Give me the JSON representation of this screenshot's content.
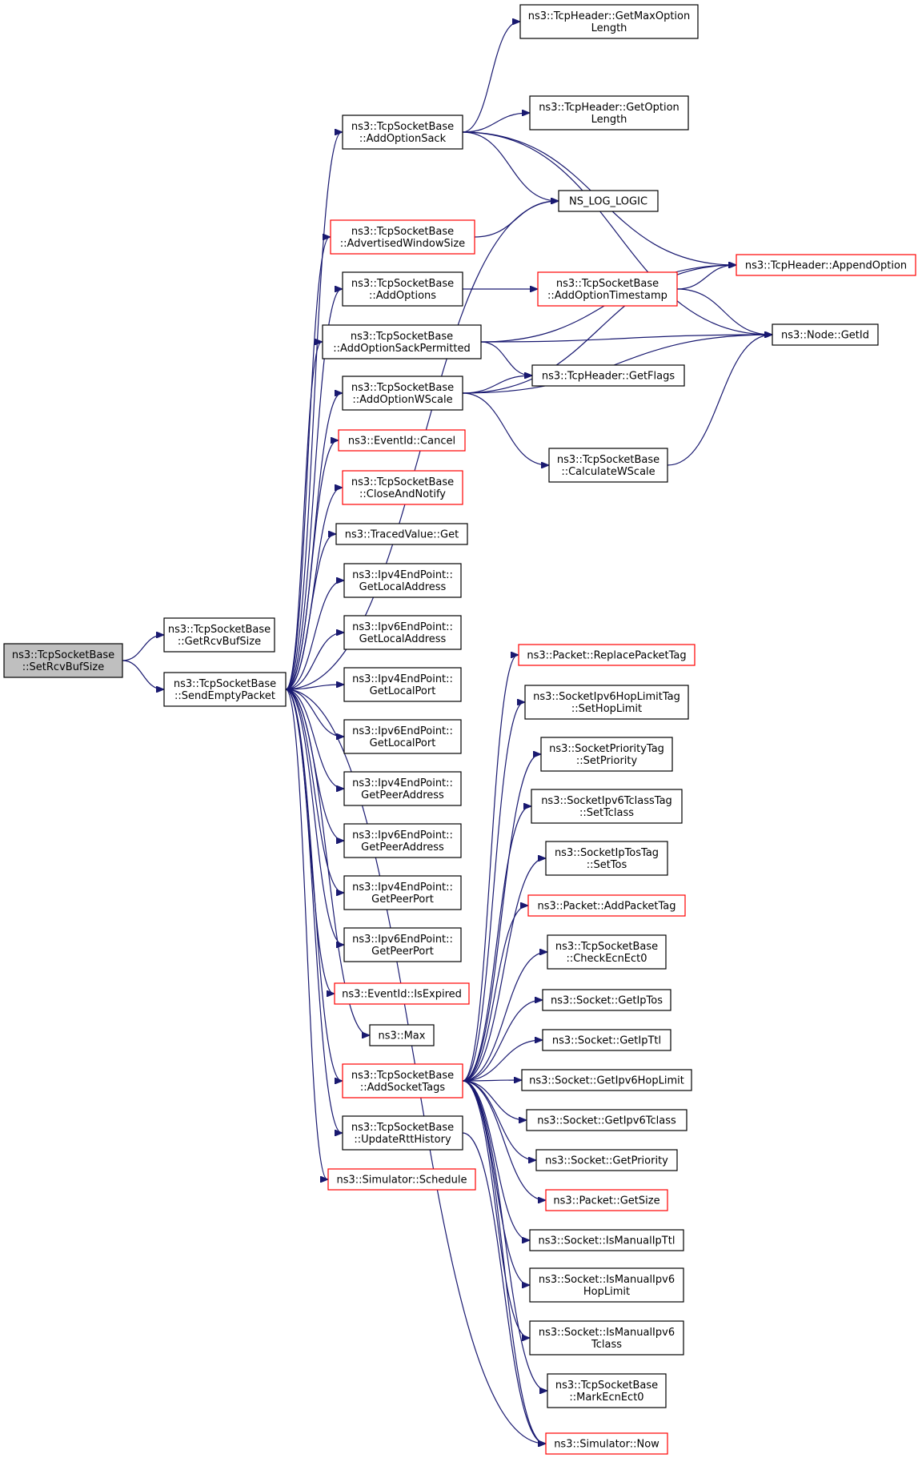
{
  "diagram": {
    "title": "",
    "colors": {
      "edge": "#191970",
      "normal_border": "#000000",
      "truncated_border": "#ff0000",
      "root_fill": "#bfbfbf"
    },
    "nodes": [
      {
        "id": "root",
        "label": [
          "ns3::TcpSocketBase",
          "::SetRcvBufSize"
        ],
        "style": "root"
      },
      {
        "id": "getrcvbuf",
        "label": [
          "ns3::TcpSocketBase",
          "::GetRcvBufSize"
        ],
        "style": "normal"
      },
      {
        "id": "sendempty",
        "label": [
          "ns3::TcpSocketBase",
          "::SendEmptyPacket"
        ],
        "style": "normal"
      },
      {
        "id": "addoptsack",
        "label": [
          "ns3::TcpSocketBase",
          "::AddOptionSack"
        ],
        "style": "normal"
      },
      {
        "id": "advwin",
        "label": [
          "ns3::TcpSocketBase",
          "::AdvertisedWindowSize"
        ],
        "style": "red"
      },
      {
        "id": "addoptions",
        "label": [
          "ns3::TcpSocketBase",
          "::AddOptions"
        ],
        "style": "normal"
      },
      {
        "id": "addoptsackperm",
        "label": [
          "ns3::TcpSocketBase",
          "::AddOptionSackPermitted"
        ],
        "style": "normal"
      },
      {
        "id": "addoptwscale",
        "label": [
          "ns3::TcpSocketBase",
          "::AddOptionWScale"
        ],
        "style": "normal"
      },
      {
        "id": "cancel",
        "label": [
          "ns3::EventId::Cancel"
        ],
        "style": "red"
      },
      {
        "id": "closenotify",
        "label": [
          "ns3::TcpSocketBase",
          "::CloseAndNotify"
        ],
        "style": "red"
      },
      {
        "id": "tracedget",
        "label": [
          "ns3::TracedValue::Get"
        ],
        "style": "normal"
      },
      {
        "id": "ip4localaddr",
        "label": [
          "ns3::Ipv4EndPoint::",
          "GetLocalAddress"
        ],
        "style": "normal"
      },
      {
        "id": "ip6localaddr",
        "label": [
          "ns3::Ipv6EndPoint::",
          "GetLocalAddress"
        ],
        "style": "normal"
      },
      {
        "id": "ip4localport",
        "label": [
          "ns3::Ipv4EndPoint::",
          "GetLocalPort"
        ],
        "style": "normal"
      },
      {
        "id": "ip6localport",
        "label": [
          "ns3::Ipv6EndPoint::",
          "GetLocalPort"
        ],
        "style": "normal"
      },
      {
        "id": "ip4peeraddr",
        "label": [
          "ns3::Ipv4EndPoint::",
          "GetPeerAddress"
        ],
        "style": "normal"
      },
      {
        "id": "ip6peeraddr",
        "label": [
          "ns3::Ipv6EndPoint::",
          "GetPeerAddress"
        ],
        "style": "normal"
      },
      {
        "id": "ip4peerport",
        "label": [
          "ns3::Ipv4EndPoint::",
          "GetPeerPort"
        ],
        "style": "normal"
      },
      {
        "id": "ip6peerport",
        "label": [
          "ns3::Ipv6EndPoint::",
          "GetPeerPort"
        ],
        "style": "normal"
      },
      {
        "id": "isexpired",
        "label": [
          "ns3::EventId::IsExpired"
        ],
        "style": "red"
      },
      {
        "id": "max",
        "label": [
          "ns3::Max"
        ],
        "style": "normal"
      },
      {
        "id": "addsockettags",
        "label": [
          "ns3::TcpSocketBase",
          "::AddSocketTags"
        ],
        "style": "red"
      },
      {
        "id": "updatertt",
        "label": [
          "ns3::TcpSocketBase",
          "::UpdateRttHistory"
        ],
        "style": "normal"
      },
      {
        "id": "schedule",
        "label": [
          "ns3::Simulator::Schedule"
        ],
        "style": "red"
      },
      {
        "id": "getmaxoptlen",
        "label": [
          "ns3::TcpHeader::GetMaxOption",
          "Length"
        ],
        "style": "normal"
      },
      {
        "id": "getoptlen",
        "label": [
          "ns3::TcpHeader::GetOption",
          "Length"
        ],
        "style": "normal"
      },
      {
        "id": "nslog",
        "label": [
          "NS_LOG_LOGIC"
        ],
        "style": "normal"
      },
      {
        "id": "appendopt",
        "label": [
          "ns3::TcpHeader::AppendOption"
        ],
        "style": "red"
      },
      {
        "id": "addopttimestamp",
        "label": [
          "ns3::TcpSocketBase",
          "::AddOptionTimestamp"
        ],
        "style": "red"
      },
      {
        "id": "nodegetid",
        "label": [
          "ns3::Node::GetId"
        ],
        "style": "normal"
      },
      {
        "id": "getflags",
        "label": [
          "ns3::TcpHeader::GetFlags"
        ],
        "style": "normal"
      },
      {
        "id": "calcwscale",
        "label": [
          "ns3::TcpSocketBase",
          "::CalculateWScale"
        ],
        "style": "normal"
      },
      {
        "id": "replacetag",
        "label": [
          "ns3::Packet::ReplacePacketTag"
        ],
        "style": "red"
      },
      {
        "id": "sethoplimit",
        "label": [
          "ns3::SocketIpv6HopLimitTag",
          "::SetHopLimit"
        ],
        "style": "normal"
      },
      {
        "id": "setpriority",
        "label": [
          "ns3::SocketPriorityTag",
          "::SetPriority"
        ],
        "style": "normal"
      },
      {
        "id": "settclass",
        "label": [
          "ns3::SocketIpv6TclassTag",
          "::SetTclass"
        ],
        "style": "normal"
      },
      {
        "id": "settos",
        "label": [
          "ns3::SocketIpTosTag",
          "::SetTos"
        ],
        "style": "normal"
      },
      {
        "id": "addpackettag",
        "label": [
          "ns3::Packet::AddPacketTag"
        ],
        "style": "red"
      },
      {
        "id": "checkecn",
        "label": [
          "ns3::TcpSocketBase",
          "::CheckEcnEct0"
        ],
        "style": "normal"
      },
      {
        "id": "getiptos",
        "label": [
          "ns3::Socket::GetIpTos"
        ],
        "style": "normal"
      },
      {
        "id": "getipttl",
        "label": [
          "ns3::Socket::GetIpTtl"
        ],
        "style": "normal"
      },
      {
        "id": "getipv6hop",
        "label": [
          "ns3::Socket::GetIpv6HopLimit"
        ],
        "style": "normal"
      },
      {
        "id": "getipv6tclass",
        "label": [
          "ns3::Socket::GetIpv6Tclass"
        ],
        "style": "normal"
      },
      {
        "id": "getpriority",
        "label": [
          "ns3::Socket::GetPriority"
        ],
        "style": "normal"
      },
      {
        "id": "packetgetsize",
        "label": [
          "ns3::Packet::GetSize"
        ],
        "style": "red"
      },
      {
        "id": "ismanualipttl",
        "label": [
          "ns3::Socket::IsManualIpTtl"
        ],
        "style": "normal"
      },
      {
        "id": "ismanualhop",
        "label": [
          "ns3::Socket::IsManualIpv6",
          "HopLimit"
        ],
        "style": "normal"
      },
      {
        "id": "ismanualtclass",
        "label": [
          "ns3::Socket::IsManualIpv6",
          "Tclass"
        ],
        "style": "normal"
      },
      {
        "id": "markecn",
        "label": [
          "ns3::TcpSocketBase",
          "::MarkEcnEct0"
        ],
        "style": "normal"
      },
      {
        "id": "simnow",
        "label": [
          "ns3::Simulator::Now"
        ],
        "style": "red"
      }
    ],
    "edges": [
      [
        "root",
        "getrcvbuf"
      ],
      [
        "root",
        "sendempty"
      ],
      [
        "sendempty",
        "addoptsack"
      ],
      [
        "sendempty",
        "nslog"
      ],
      [
        "sendempty",
        "advwin"
      ],
      [
        "sendempty",
        "addoptions"
      ],
      [
        "sendempty",
        "addoptsackperm"
      ],
      [
        "sendempty",
        "addoptwscale"
      ],
      [
        "sendempty",
        "cancel"
      ],
      [
        "sendempty",
        "closenotify"
      ],
      [
        "sendempty",
        "tracedget"
      ],
      [
        "sendempty",
        "ip4localaddr"
      ],
      [
        "sendempty",
        "ip6localaddr"
      ],
      [
        "sendempty",
        "ip4localport"
      ],
      [
        "sendempty",
        "ip6localport"
      ],
      [
        "sendempty",
        "ip4peeraddr"
      ],
      [
        "sendempty",
        "ip6peeraddr"
      ],
      [
        "sendempty",
        "ip4peerport"
      ],
      [
        "sendempty",
        "ip6peerport"
      ],
      [
        "sendempty",
        "isexpired"
      ],
      [
        "sendempty",
        "max"
      ],
      [
        "sendempty",
        "addsockettags"
      ],
      [
        "sendempty",
        "updatertt"
      ],
      [
        "sendempty",
        "schedule"
      ],
      [
        "sendempty",
        "simnow"
      ],
      [
        "addoptsack",
        "getmaxoptlen"
      ],
      [
        "addoptsack",
        "appendopt"
      ],
      [
        "addoptsack",
        "getoptlen"
      ],
      [
        "addoptsack",
        "nslog"
      ],
      [
        "addoptsack",
        "nodegetid"
      ],
      [
        "advwin",
        "nslog"
      ],
      [
        "addoptions",
        "addopttimestamp"
      ],
      [
        "addoptsackperm",
        "appendopt"
      ],
      [
        "addoptsackperm",
        "nodegetid"
      ],
      [
        "addoptsackperm",
        "getflags"
      ],
      [
        "addoptwscale",
        "getflags"
      ],
      [
        "addoptwscale",
        "appendopt"
      ],
      [
        "addoptwscale",
        "calcwscale"
      ],
      [
        "addoptwscale",
        "nodegetid"
      ],
      [
        "addopttimestamp",
        "appendopt"
      ],
      [
        "addopttimestamp",
        "nodegetid"
      ],
      [
        "calcwscale",
        "nodegetid"
      ],
      [
        "addsockettags",
        "replacetag"
      ],
      [
        "addsockettags",
        "sethoplimit"
      ],
      [
        "addsockettags",
        "setpriority"
      ],
      [
        "addsockettags",
        "settclass"
      ],
      [
        "addsockettags",
        "settos"
      ],
      [
        "addsockettags",
        "addpackettag"
      ],
      [
        "addsockettags",
        "checkecn"
      ],
      [
        "addsockettags",
        "getiptos"
      ],
      [
        "addsockettags",
        "getipttl"
      ],
      [
        "addsockettags",
        "getipv6hop"
      ],
      [
        "addsockettags",
        "getipv6tclass"
      ],
      [
        "addsockettags",
        "getpriority"
      ],
      [
        "addsockettags",
        "packetgetsize"
      ],
      [
        "addsockettags",
        "ismanualipttl"
      ],
      [
        "addsockettags",
        "ismanualhop"
      ],
      [
        "addsockettags",
        "ismanualtclass"
      ],
      [
        "addsockettags",
        "markecn"
      ],
      [
        "addsockettags",
        "simnow"
      ],
      [
        "updatertt",
        "simnow"
      ]
    ]
  }
}
